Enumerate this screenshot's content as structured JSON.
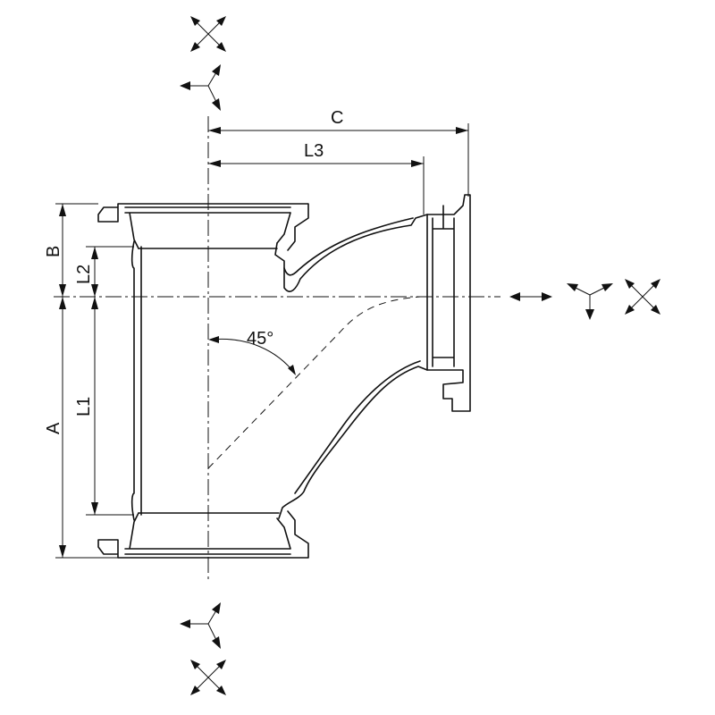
{
  "dimensions": {
    "a": "A",
    "b": "B",
    "c": "C",
    "l1": "L1",
    "l2": "L2",
    "l3": "L3",
    "angle": "45°"
  },
  "colors": {
    "line": "#111111",
    "background": "#ffffff"
  },
  "icons": {
    "axial_movement": "four-way-arrow-icon",
    "rotational_movement": "three-way-arrow-icon",
    "axial_direction": "double-arrow-icon"
  }
}
